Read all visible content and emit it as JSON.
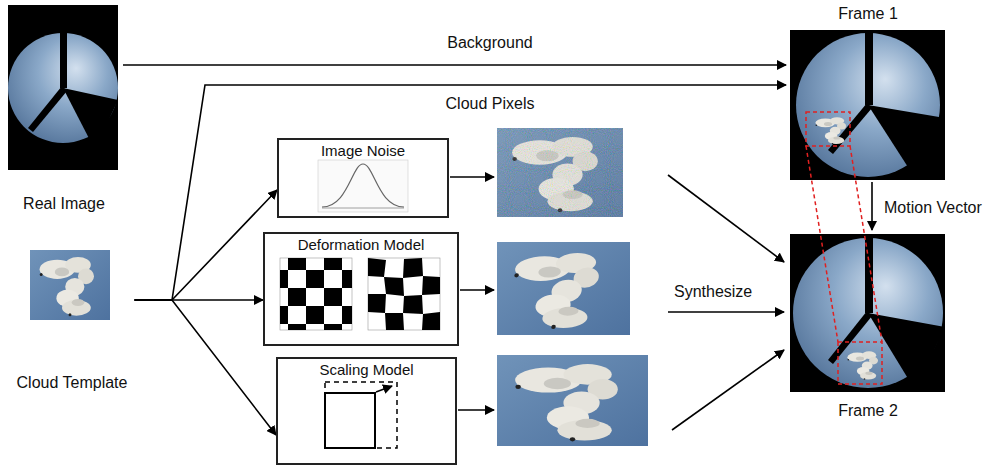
{
  "diagram": {
    "nodes": [
      {
        "text": [
          "Real Image"
        ]
      },
      {
        "text": [
          "Cloud Template"
        ]
      },
      {
        "text": [
          "Image Noise"
        ]
      },
      {
        "text": [
          "Deformation Model"
        ]
      },
      {
        "text": [
          "Scaling Model"
        ]
      },
      {
        "text": [
          "Frame 1"
        ]
      },
      {
        "text": [
          "Frame 2"
        ]
      }
    ],
    "edges": [
      {
        "from": 0,
        "to": 5,
        "arrow": "to",
        "label": "Background"
      },
      {
        "from": 1,
        "to": 5,
        "arrow": "to",
        "label": "Cloud Pixels"
      },
      {
        "from": 1,
        "to": 2,
        "arrow": "to"
      },
      {
        "from": 1,
        "to": 3,
        "arrow": "to"
      },
      {
        "from": 1,
        "to": 4,
        "arrow": "to"
      },
      {
        "from": 5,
        "to": 6,
        "arrow": "to",
        "label": "Motion Vector"
      }
    ],
    "labels": [
      "Synthesize"
    ]
  }
}
